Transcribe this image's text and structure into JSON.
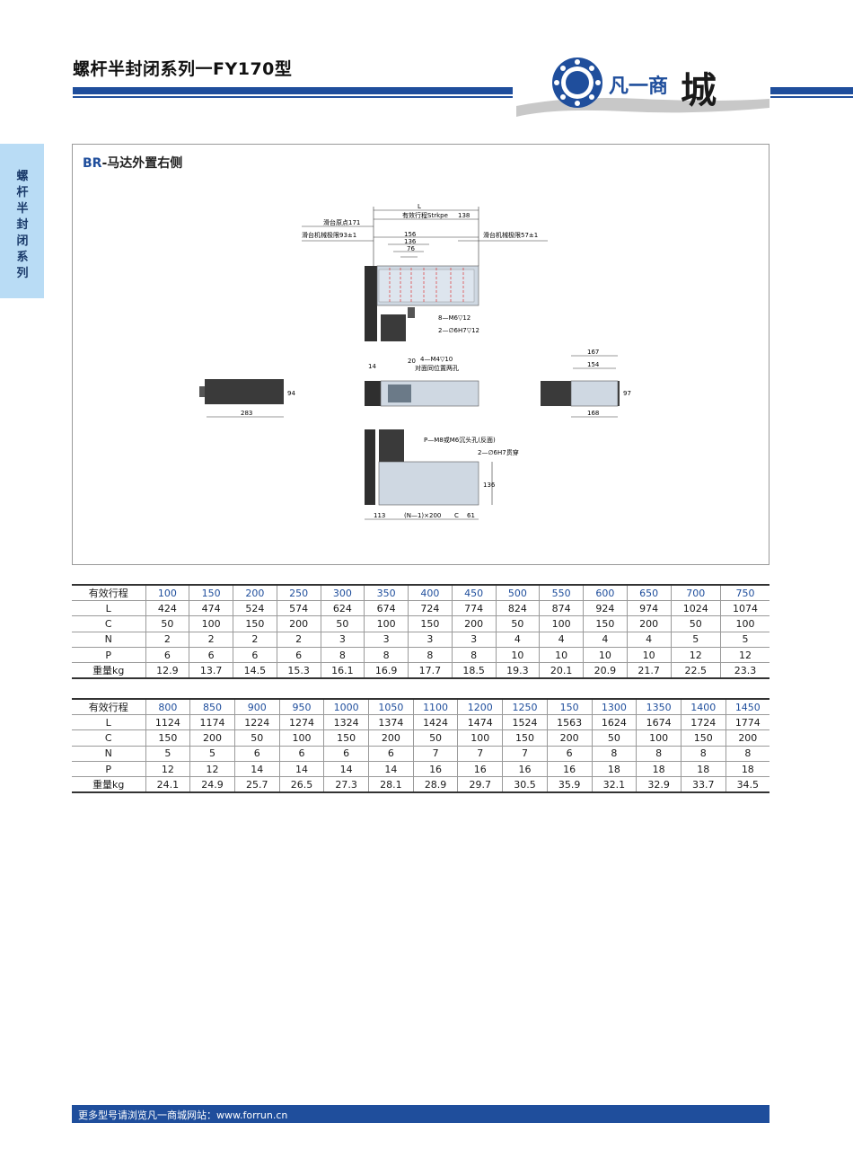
{
  "header": {
    "title": "螺杆半封闭系列一FY170型",
    "logo_brand": "凡一商",
    "logo_char": "城"
  },
  "side_tab": {
    "label": "螺\n杆\n半\n封\n闭\n系\n列"
  },
  "drawing": {
    "title_prefix": "BR",
    "title_rest": "-马达外置右侧",
    "labels": {
      "L": "L",
      "origin": "滑台原点171",
      "stroke": "有效行程Strkpe",
      "d138": "138",
      "limit_left": "滑台机械极限93±1",
      "limit_right": "滑台机械极限57±1",
      "d156": "156",
      "d136": "136",
      "d76": "76",
      "m6": "8—M6▽12",
      "pin": "2—∅6H7▽12",
      "m4": "4—M4▽10",
      "m4_note": "对面同位置两孔",
      "d14": "14",
      "d20": "20",
      "d167": "167",
      "d154": "154",
      "d168": "168",
      "d97": "97",
      "d94": "94",
      "d283": "283",
      "p_m8": "P—M8或M6沉头孔(反面)",
      "pin_through": "2—∅6H7贯穿",
      "d136b": "136",
      "d113": "113",
      "pitch": "(N—1)×200",
      "c": "C",
      "d61": "61"
    }
  },
  "table1": {
    "rows": [
      [
        "有效行程",
        "100",
        "150",
        "200",
        "250",
        "300",
        "350",
        "400",
        "450",
        "500",
        "550",
        "600",
        "650",
        "700",
        "750"
      ],
      [
        "L",
        "424",
        "474",
        "524",
        "574",
        "624",
        "674",
        "724",
        "774",
        "824",
        "874",
        "924",
        "974",
        "1024",
        "1074"
      ],
      [
        "C",
        "50",
        "100",
        "150",
        "200",
        "50",
        "100",
        "150",
        "200",
        "50",
        "100",
        "150",
        "200",
        "50",
        "100"
      ],
      [
        "N",
        "2",
        "2",
        "2",
        "2",
        "3",
        "3",
        "3",
        "3",
        "4",
        "4",
        "4",
        "4",
        "5",
        "5"
      ],
      [
        "P",
        "6",
        "6",
        "6",
        "6",
        "8",
        "8",
        "8",
        "8",
        "10",
        "10",
        "10",
        "10",
        "12",
        "12"
      ],
      [
        "重量kg",
        "12.9",
        "13.7",
        "14.5",
        "15.3",
        "16.1",
        "16.9",
        "17.7",
        "18.5",
        "19.3",
        "20.1",
        "20.9",
        "21.7",
        "22.5",
        "23.3"
      ]
    ]
  },
  "table2": {
    "rows": [
      [
        "有效行程",
        "800",
        "850",
        "900",
        "950",
        "1000",
        "1050",
        "1100",
        "1200",
        "1250",
        "150",
        "1300",
        "1350",
        "1400",
        "1450"
      ],
      [
        "L",
        "1124",
        "1174",
        "1224",
        "1274",
        "1324",
        "1374",
        "1424",
        "1474",
        "1524",
        "1563",
        "1624",
        "1674",
        "1724",
        "1774"
      ],
      [
        "C",
        "150",
        "200",
        "50",
        "100",
        "150",
        "200",
        "50",
        "100",
        "150",
        "200",
        "50",
        "100",
        "150",
        "200"
      ],
      [
        "N",
        "5",
        "5",
        "6",
        "6",
        "6",
        "6",
        "7",
        "7",
        "7",
        "6",
        "8",
        "8",
        "8",
        "8"
      ],
      [
        "P",
        "12",
        "12",
        "14",
        "14",
        "14",
        "14",
        "16",
        "16",
        "16",
        "16",
        "18",
        "18",
        "18",
        "18"
      ],
      [
        "重量kg",
        "24.1",
        "24.9",
        "25.7",
        "26.5",
        "27.3",
        "28.1",
        "28.9",
        "29.7",
        "30.5",
        "35.9",
        "32.1",
        "32.9",
        "33.7",
        "34.5"
      ]
    ]
  },
  "footer": {
    "text": "更多型号请浏览凡一商城网站：www.forrun.cn"
  },
  "colors": {
    "brand_blue": "#1f4e9c",
    "side_tab": "#b9dcf5"
  }
}
